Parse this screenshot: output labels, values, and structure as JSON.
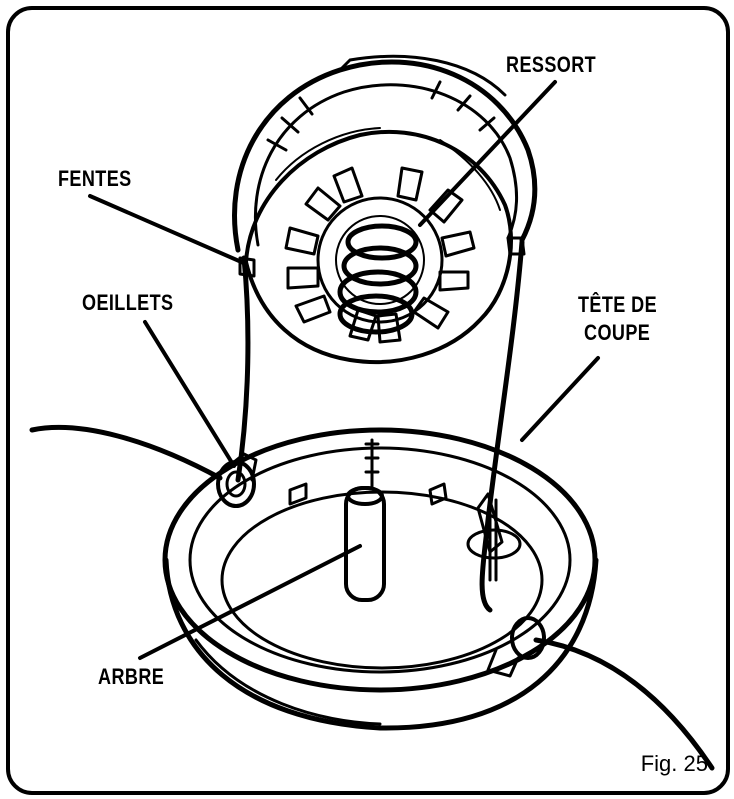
{
  "labels": {
    "ressort": "RESSORT",
    "fentes": "FENTES",
    "oeillets": "OEILLETS",
    "tete_de_coupe_line1": "TÊTE DE",
    "tete_de_coupe_line2": "COUPE",
    "arbre": "ARBRE"
  },
  "figure_caption": "Fig. 25"
}
